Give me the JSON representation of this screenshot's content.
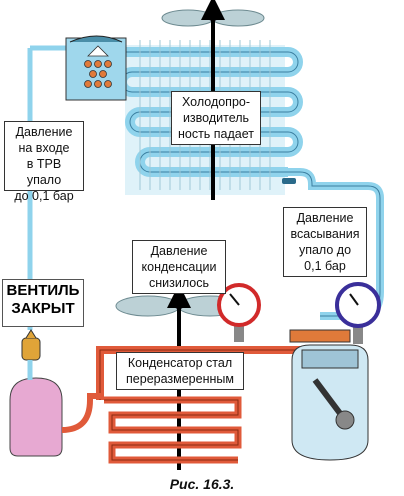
{
  "diagram": {
    "labels": {
      "evaporator_note": "Холодопро-\nизводитель\nность падает",
      "inlet_pressure_note": "Давление\nна входе\nв ТРВ упало\nдо 0,1 бар",
      "suction_pressure_note": "Давление\nвсасывания\nупало до\n0,1 бар",
      "condensing_pressure_note": "Давление\nконденсации\nснизилось",
      "valve_closed_note": "ВЕНТИЛЬ\nЗАКРЫТ",
      "condenser_note": "Конденсатор стал\nпереразмеренным"
    },
    "colors": {
      "liquid_line": "#e05a3a",
      "suction_line": "#8fd3ec",
      "evaporator_fill": "#bfe6f4",
      "receiver_fill": "#e7a9d2",
      "compressor_fill": "#cfe8f3",
      "gauge_left_rim": "#d12a2a",
      "gauge_right_rim": "#3a2f9a",
      "fan": "#bcd1d6"
    }
  },
  "caption": "Рис. 16.3."
}
